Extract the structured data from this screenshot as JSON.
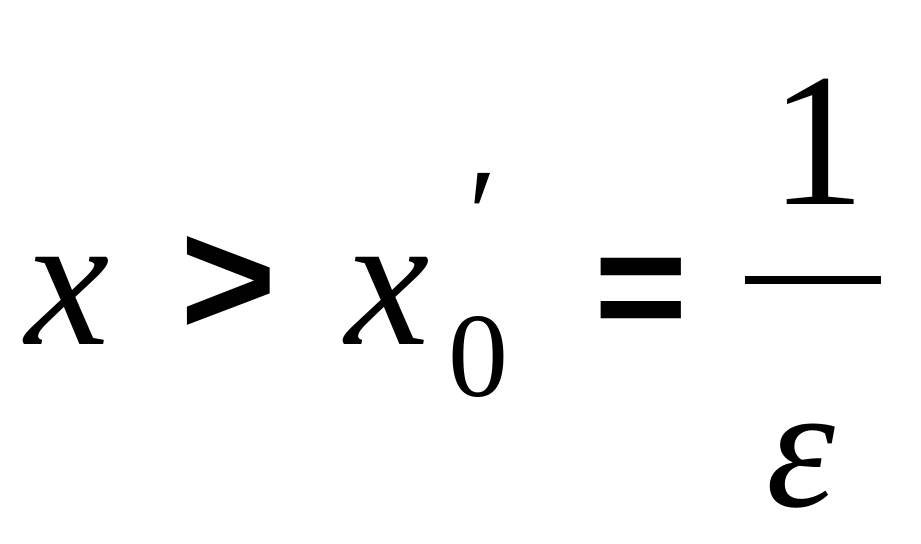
{
  "formula": {
    "lhs_variable": "x",
    "relation": ">",
    "rhs_variable": "x",
    "rhs_prime": "′",
    "rhs_subscript": "0",
    "equals": "=",
    "numerator": "1",
    "denominator": "ε"
  },
  "colors": {
    "background": "#ffffff",
    "ink": "#000000"
  }
}
